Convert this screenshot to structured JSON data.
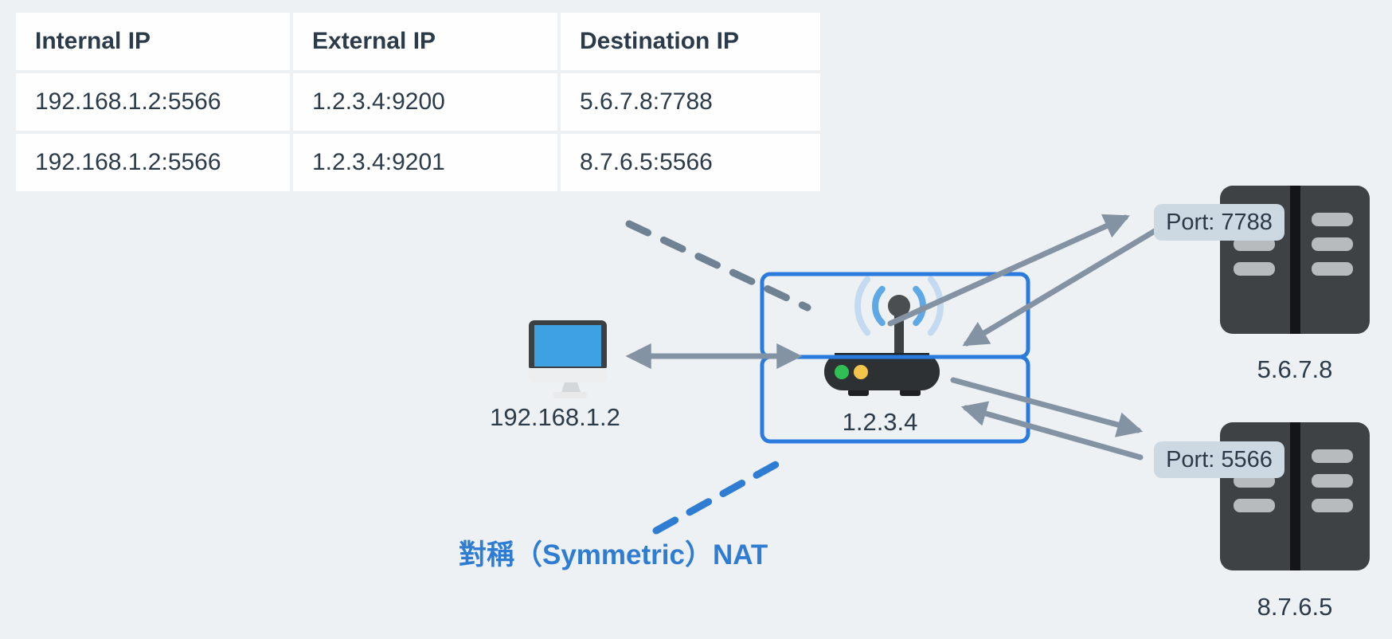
{
  "page": {
    "background": "#edf1f4"
  },
  "colors": {
    "accent_blue": "#2b7ade",
    "dashed_blue": "#2e7dd3",
    "arrow_gray": "#8493a3",
    "dashed_gray": "#6f8294",
    "text_dark": "#2c3b49",
    "badge_background": "#ccd8e2",
    "table_cell_background": "#fefefe",
    "monitor_screen_blue": "#3ea2e2",
    "led_green": "#2fbf55",
    "led_yellow": "#f3c64b",
    "wifi_arc_blue": "#5fa8e6",
    "wifi_arc_pale": "#c3daf0"
  },
  "icons": {
    "client": "desktop-monitor-icon",
    "router": "wifi-router-icon",
    "server_top": "server-rack-icon",
    "server_bottom": "server-rack-icon"
  },
  "table": {
    "headers": [
      "Internal IP",
      "External IP",
      "Destination IP"
    ],
    "rows": [
      [
        "192.168.1.2:5566",
        "1.2.3.4:9200",
        "5.6.7.8:7788"
      ],
      [
        "192.168.1.2:5566",
        "1.2.3.4:9201",
        "8.7.6.5:5566"
      ]
    ]
  },
  "client": {
    "label": "192.168.1.2"
  },
  "router": {
    "label": "1.2.3.4"
  },
  "servers": [
    {
      "label": "5.6.7.8",
      "port_badge": "Port: 7788"
    },
    {
      "label": "8.7.6.5",
      "port_badge": "Port: 5566"
    }
  ],
  "caption": {
    "text": "對稱（Symmetric）NAT"
  }
}
